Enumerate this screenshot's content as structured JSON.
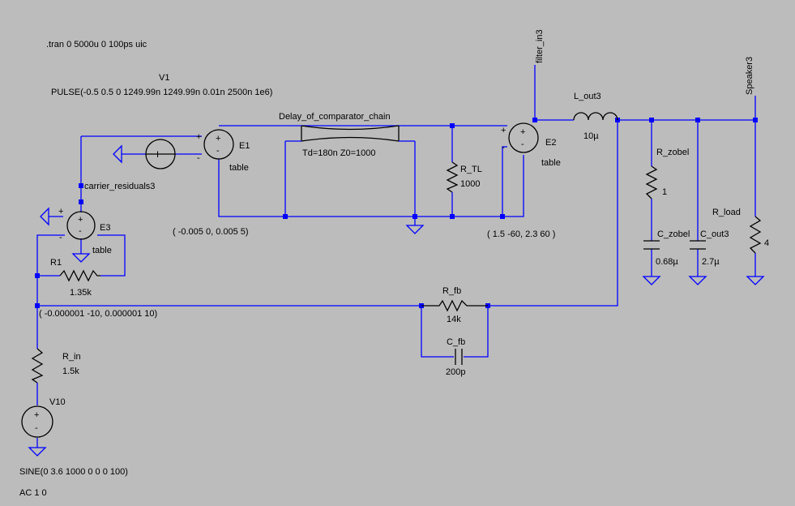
{
  "directive": ".tran 0 5000u 0 100ps uic",
  "sources": {
    "v1_name": "V1",
    "v1_value": "PULSE(-0.5 0.5 0 1249.99n 1249.99n 0.01n 2500n 1e6)",
    "v10_name": "V10",
    "v10_value": "SINE(0 3.6 1000 0 0 0 100)",
    "v10_ac": "AC 1 0"
  },
  "components": {
    "e1_name": "E1",
    "e1_value": "table",
    "e1_table": "( -0.005 0, 0.005 5)",
    "e2_name": "E2",
    "e2_value": "table",
    "e2_table": "( 1.5 -60, 2.3 60 )",
    "e3_name": "E3",
    "e3_value": "table",
    "e3_table": "( -0.000001 -10, 0.000001 10)",
    "tline_name": "Delay_of_comparator_chain",
    "tline_value": "Td=180n Z0=1000",
    "rtl_name": "R_TL",
    "rtl_value": "1000",
    "lout_name": "L_out3",
    "lout_value": "10µ",
    "rzobel_name": "R_zobel",
    "rzobel_value": "1",
    "czobel_name": "C_zobel",
    "czobel_value": "0.68µ",
    "cout_name": "C_out3",
    "cout_value": "2.7µ",
    "rload_name": "R_load",
    "rload_value": "4",
    "r1_name": "R1",
    "r1_value": "1.35k",
    "rfb_name": "R_fb",
    "rfb_value": "14k",
    "cfb_name": "C_fb",
    "cfb_value": "200p",
    "rin_name": "R_in",
    "rin_value": "1.5k"
  },
  "nets": {
    "carrier": "carrier_residuals3",
    "filter_in": "filter_in3",
    "speaker": "Speaker3"
  },
  "sign_plus": "+",
  "sign_minus": "-",
  "current_source_label": "I"
}
